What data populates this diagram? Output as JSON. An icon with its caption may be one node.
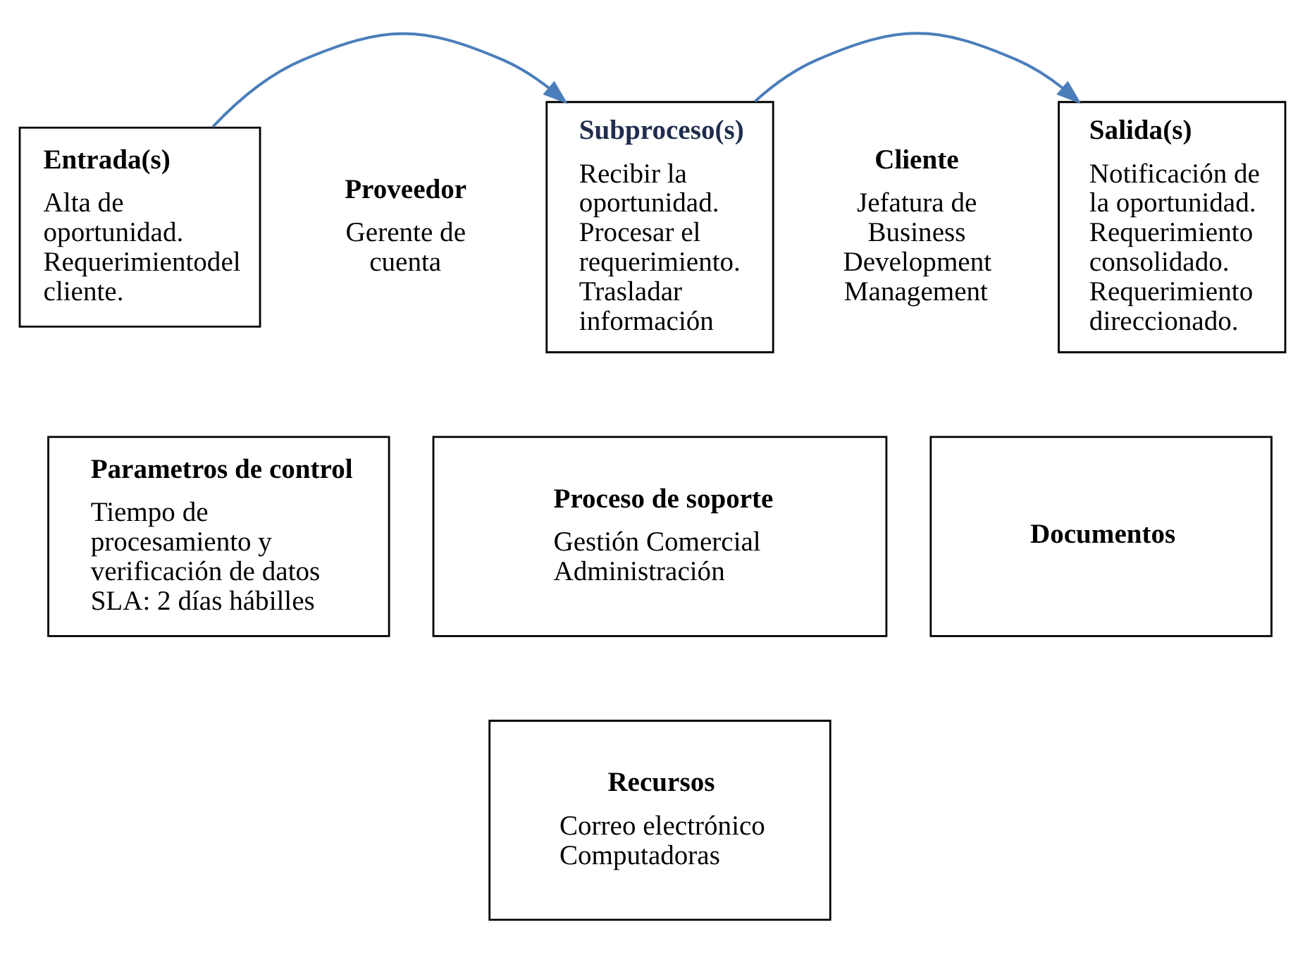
{
  "diagram": {
    "nodes": [
      {
        "text": [
          "Entrada(s)",
          "Alta de oportunidad. Requerimientodel cliente."
        ]
      },
      {
        "text": [
          "Proveedor",
          "Gerente de cuenta"
        ]
      },
      {
        "text": [
          "Subproceso(s)",
          "Recibir la oportunidad. Procesar el requerimiento. Trasladar información"
        ]
      },
      {
        "text": [
          "Cliente",
          "Jefatura de Business Development Management"
        ]
      },
      {
        "text": [
          "Salida(s)",
          "Notificación de la oportunidad. Requerimiento consolidado. Requerimiento direccionado."
        ]
      },
      {
        "text": [
          "Parametros de control",
          "Tiempo de procesamiento y verificación de datos SLA: 2 días hábilles"
        ]
      },
      {
        "text": [
          "Proceso de soporte",
          "Gestión Comercial Administración"
        ]
      },
      {
        "text": [
          "Documentos"
        ]
      },
      {
        "text": [
          "Recursos",
          "Correo electrónico Computadoras"
        ]
      }
    ],
    "edges": [
      {
        "from": 0,
        "to": 2,
        "arrow": "to"
      },
      {
        "from": 2,
        "to": 4,
        "arrow": "to"
      }
    ]
  }
}
